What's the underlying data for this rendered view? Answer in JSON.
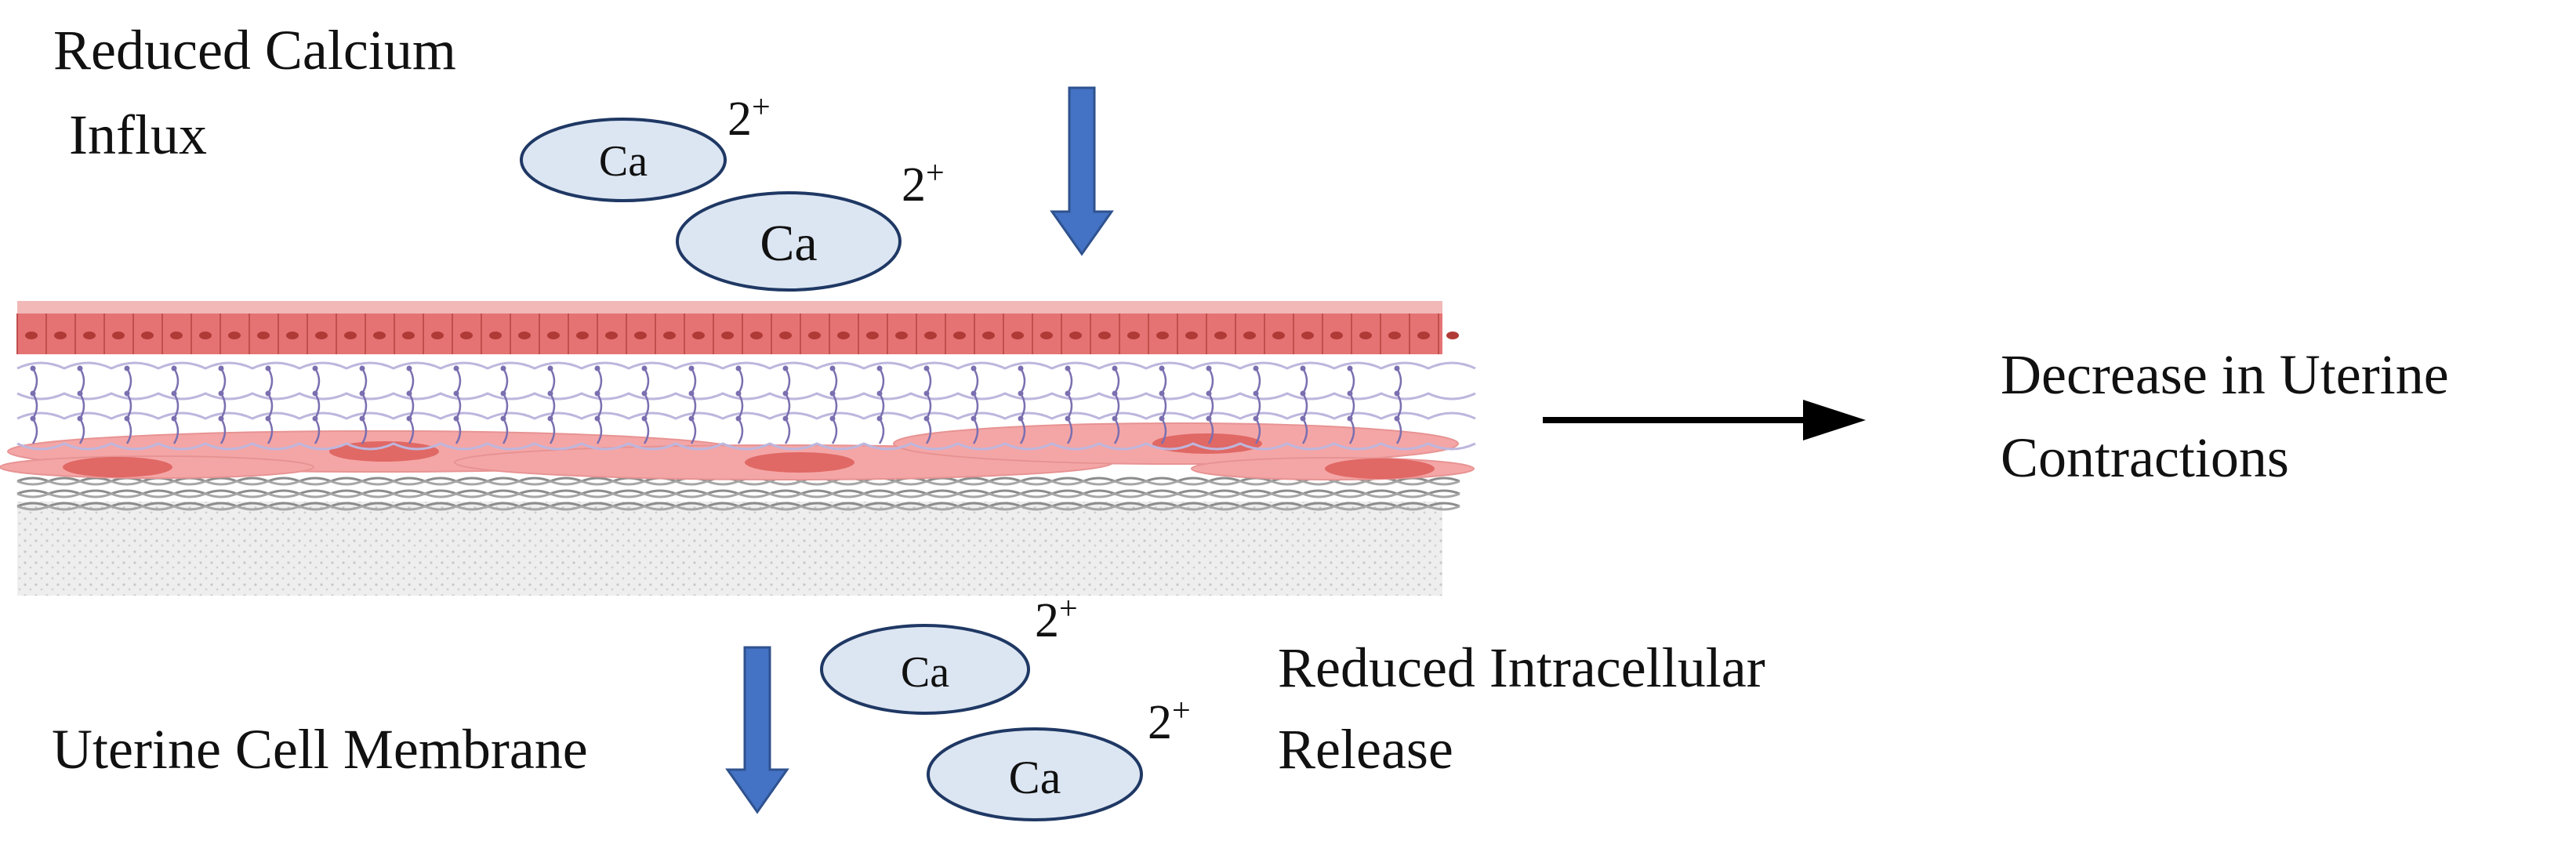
{
  "labels": {
    "top_left_line1": "Reduced Calcium",
    "top_left_line2": "Influx",
    "right_line1": "Decrease in Uterine",
    "right_line2": "Contractions",
    "bottom_left": "Uterine Cell Membrane",
    "bottom_right_line1": "Reduced Intracellular",
    "bottom_right_line2": "Release"
  },
  "ions": [
    {
      "symbol": "Ca",
      "charge_base": "2",
      "charge_sign": "+"
    },
    {
      "symbol": "Ca",
      "charge_base": "2",
      "charge_sign": "+"
    },
    {
      "symbol": "Ca",
      "charge_base": "2",
      "charge_sign": "+"
    },
    {
      "symbol": "Ca",
      "charge_base": "2",
      "charge_sign": "+"
    }
  ],
  "colors": {
    "ion_fill": "#dce6f2",
    "ion_stroke": "#1f3864",
    "down_arrow": "#4472c4",
    "down_arrow_stroke": "#2f528f",
    "right_arrow": "#000000",
    "epithelium": "#e57373",
    "epithelium_dark": "#c0504d",
    "mesh": "#7b6fb0",
    "smooth_muscle": "#f4a6a6",
    "nucleus": "#d9534f",
    "fiber": "#8c8c8c",
    "connective": "#e6e6e6"
  }
}
